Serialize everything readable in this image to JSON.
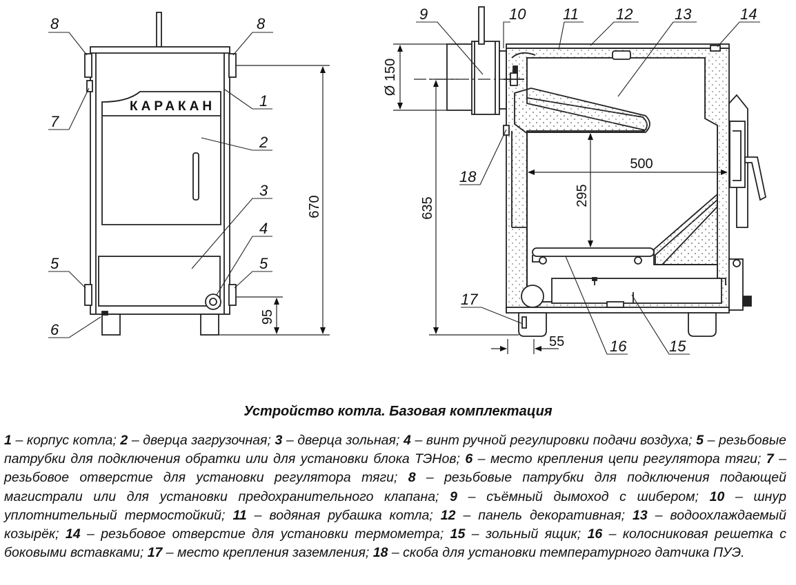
{
  "front_view": {
    "brand_text": "КАРАКАН",
    "dim_height": "670",
    "dim_leg": "95",
    "callouts": [
      "8",
      "8",
      "7",
      "1",
      "2",
      "3",
      "4",
      "5",
      "5",
      "6"
    ]
  },
  "side_view": {
    "dim_flue": "Ø 150",
    "dim_depth": "500",
    "dim_firebox_height": "295",
    "dim_total_height": "635",
    "dim_offset": "55",
    "callouts": [
      "9",
      "10",
      "11",
      "12",
      "13",
      "14",
      "18",
      "17",
      "16",
      "15"
    ]
  },
  "caption": "Устройство котла. Базовая комплектация",
  "legend": [
    {
      "num": "1",
      "text": "корпус котла;"
    },
    {
      "num": "2",
      "text": "дверца загрузочная;"
    },
    {
      "num": "3",
      "text": "дверца зольная;"
    },
    {
      "num": "4",
      "text": "винт ручной регулировки подачи воздуха;"
    },
    {
      "num": "5",
      "text": "резьбовые патрубки для подключения обратки или для установки блока ТЭНов;"
    },
    {
      "num": "6",
      "text": "место крепления цепи регулятора тяги;"
    },
    {
      "num": "7",
      "text": "резьбовое отверстие для установки регулятора тяги;"
    },
    {
      "num": "8",
      "text": "резьбовые патрубки для подключения подающей магистрали или для установки предохранительного клапана;"
    },
    {
      "num": "9",
      "text": "съёмный дымоход с шибером;"
    },
    {
      "num": "10",
      "text": "шнур уплотнительный термостойкий;"
    },
    {
      "num": "11",
      "text": "водяная рубашка котла;"
    },
    {
      "num": "12",
      "text": "панель декоративная;"
    },
    {
      "num": "13",
      "text": "водоохлаждаемый козырёк;"
    },
    {
      "num": "14",
      "text": "резьбовое отверстие для установки термометра;"
    },
    {
      "num": "15",
      "text": "зольный ящик;"
    },
    {
      "num": "16",
      "text": "колосниковая решетка с боковыми вставками;"
    },
    {
      "num": "17",
      "text": "место крепления заземления;"
    },
    {
      "num": "18",
      "text": "скоба для установки температурного датчика ПУЭ."
    }
  ]
}
